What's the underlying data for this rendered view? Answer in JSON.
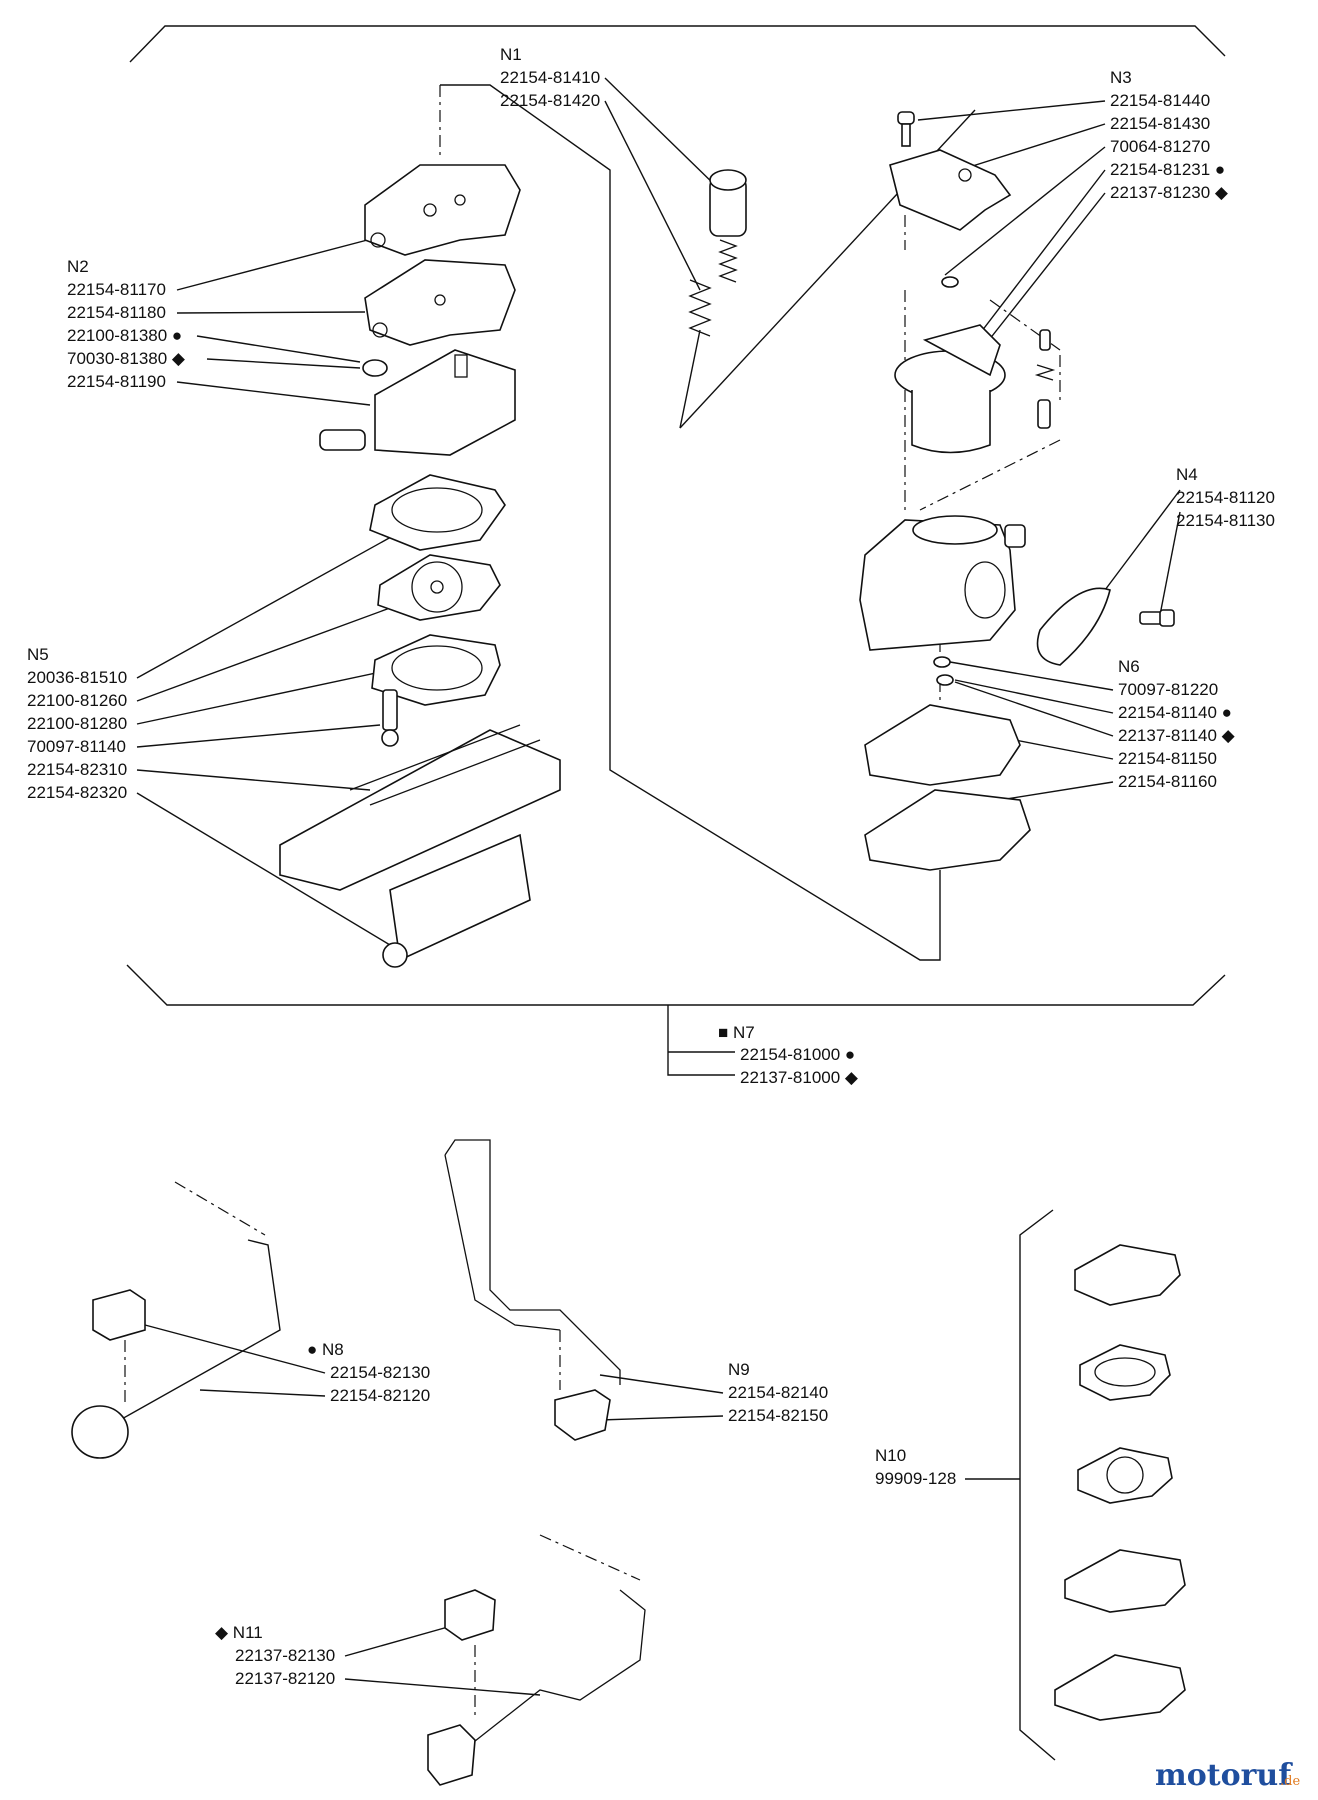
{
  "groups": {
    "n1": {
      "id": "N1",
      "parts": [
        "22154-81410",
        "22154-81420"
      ]
    },
    "n2": {
      "id": "N2",
      "parts": [
        "22154-81170",
        "22154-81180",
        "22100-81380 ●",
        "70030-81380 ◆",
        "22154-81190"
      ]
    },
    "n3": {
      "id": "N3",
      "parts": [
        "22154-81440",
        "22154-81430",
        "70064-81270",
        "22154-81231 ●",
        "22137-81230 ◆"
      ]
    },
    "n4": {
      "id": "N4",
      "parts": [
        "22154-81120",
        "22154-81130"
      ]
    },
    "n5": {
      "id": "N5",
      "parts": [
        "20036-81510",
        "22100-81260",
        "22100-81280",
        "70097-81140",
        "22154-82310",
        "22154-82320"
      ]
    },
    "n6": {
      "id": "N6",
      "parts": [
        "70097-81220",
        "22154-81140 ●",
        "22137-81140 ◆",
        "22154-81150",
        "22154-81160"
      ]
    },
    "n7": {
      "id": "■ N7",
      "parts": [
        "22154-81000 ●",
        "22137-81000 ◆"
      ]
    },
    "n8": {
      "id": "● N8",
      "parts": [
        "22154-82130",
        "22154-82120"
      ]
    },
    "n9": {
      "id": "N9",
      "parts": [
        "22154-82140",
        "22154-82150"
      ]
    },
    "n10": {
      "id": "N10",
      "parts": [
        "99909-128"
      ]
    },
    "n11": {
      "id": "◆ N11",
      "parts": [
        "22137-82130",
        "22137-82120"
      ]
    }
  },
  "watermark": {
    "brand": "motoruf",
    "suffix": ".de"
  },
  "colors": {
    "line": "#111111",
    "background": "#ffffff",
    "brand_blue": "#1f4e9e",
    "brand_orange": "#e07a1f"
  }
}
